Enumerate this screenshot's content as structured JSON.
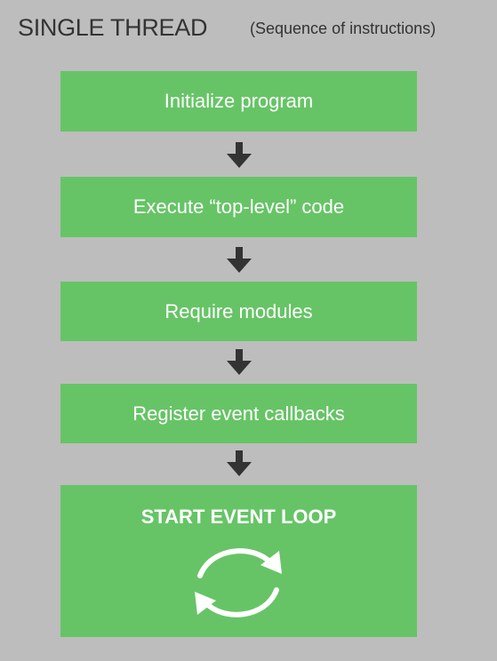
{
  "header": {
    "title": "SINGLE THREAD",
    "subtitle": "(Sequence of instructions)"
  },
  "steps": [
    {
      "label": "Initialize program"
    },
    {
      "label": "Execute “top-level” code"
    },
    {
      "label": "Require modules"
    },
    {
      "label": "Register event callbacks"
    }
  ],
  "loop": {
    "label": "START EVENT LOOP",
    "icon": "cycle-arrows-icon"
  },
  "colors": {
    "background": "#bdbdbd",
    "box": "#66c466",
    "text_on_box": "#ffffff",
    "arrow": "#333333",
    "header_text": "#333333"
  }
}
